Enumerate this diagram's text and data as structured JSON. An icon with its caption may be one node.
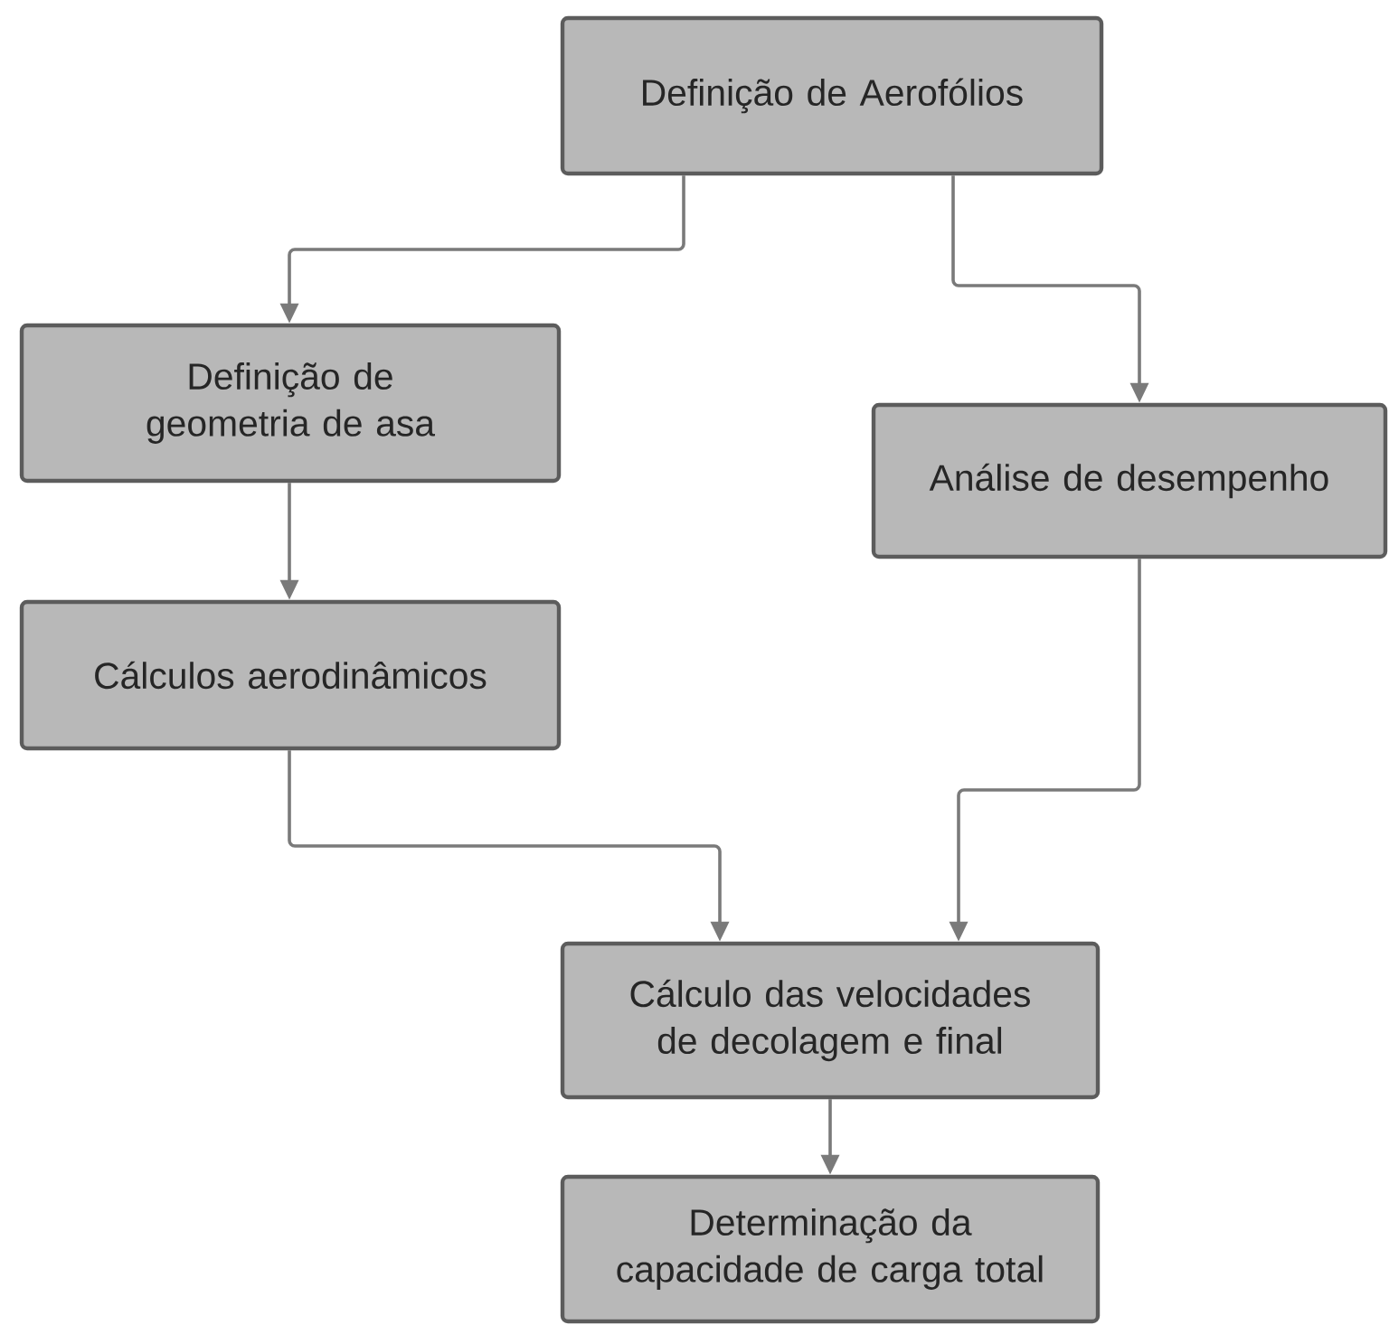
{
  "diagram": {
    "nodes": [
      {
        "text": [
          "Definição de Aerofólios"
        ]
      },
      {
        "text": [
          "Definição de geometria de asa"
        ]
      },
      {
        "text": [
          "Análise de desempenho"
        ]
      },
      {
        "text": [
          "Cálculos aerodinâmicos"
        ]
      },
      {
        "text": [
          "Cálculo das velocidades de decolagem e final"
        ]
      },
      {
        "text": [
          "Determinação da capacidade de carga total"
        ]
      }
    ],
    "edges": [
      {
        "from": 0,
        "to": 1,
        "arrow": "to"
      },
      {
        "from": 0,
        "to": 2,
        "arrow": "to"
      },
      {
        "from": 1,
        "to": 3,
        "arrow": "to"
      },
      {
        "from": 2,
        "to": 4,
        "arrow": "to"
      },
      {
        "from": 3,
        "to": 4,
        "arrow": "to"
      },
      {
        "from": 4,
        "to": 5,
        "arrow": "to"
      }
    ]
  }
}
